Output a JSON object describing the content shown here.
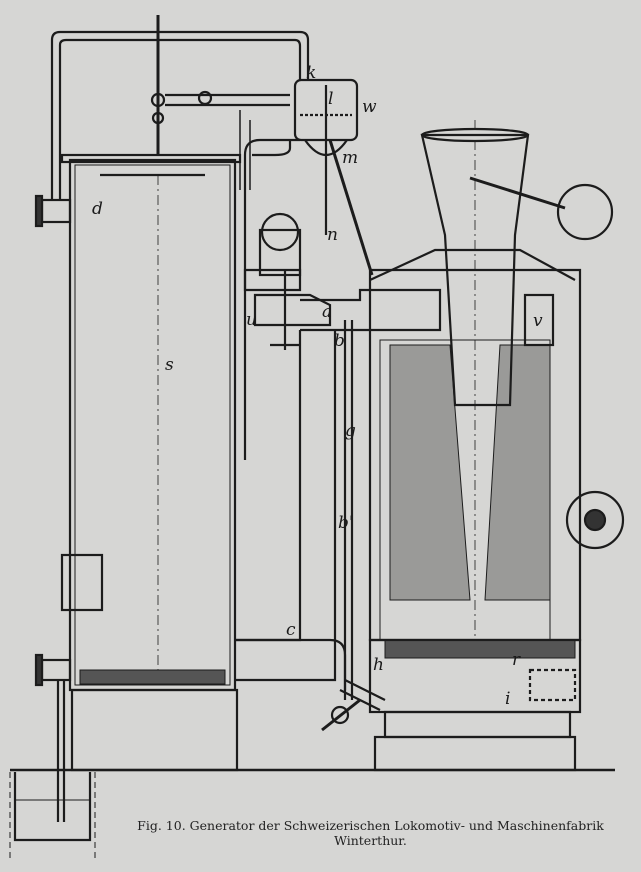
{
  "figure": {
    "caption_line1": "Fig. 10.  Generator der Schweizerischen Lokomotiv- und Maschinenfabrik",
    "caption_line2": "Winterthur.",
    "labels": {
      "k": "k",
      "l": "l",
      "w": "w",
      "m": "m",
      "d": "d",
      "n": "n",
      "u": "u",
      "a": "a",
      "b": "b",
      "v": "v",
      "s": "s",
      "g": "g",
      "b_prime": "b'",
      "c": "c",
      "r": "r",
      "h": "h",
      "i": "i"
    }
  }
}
